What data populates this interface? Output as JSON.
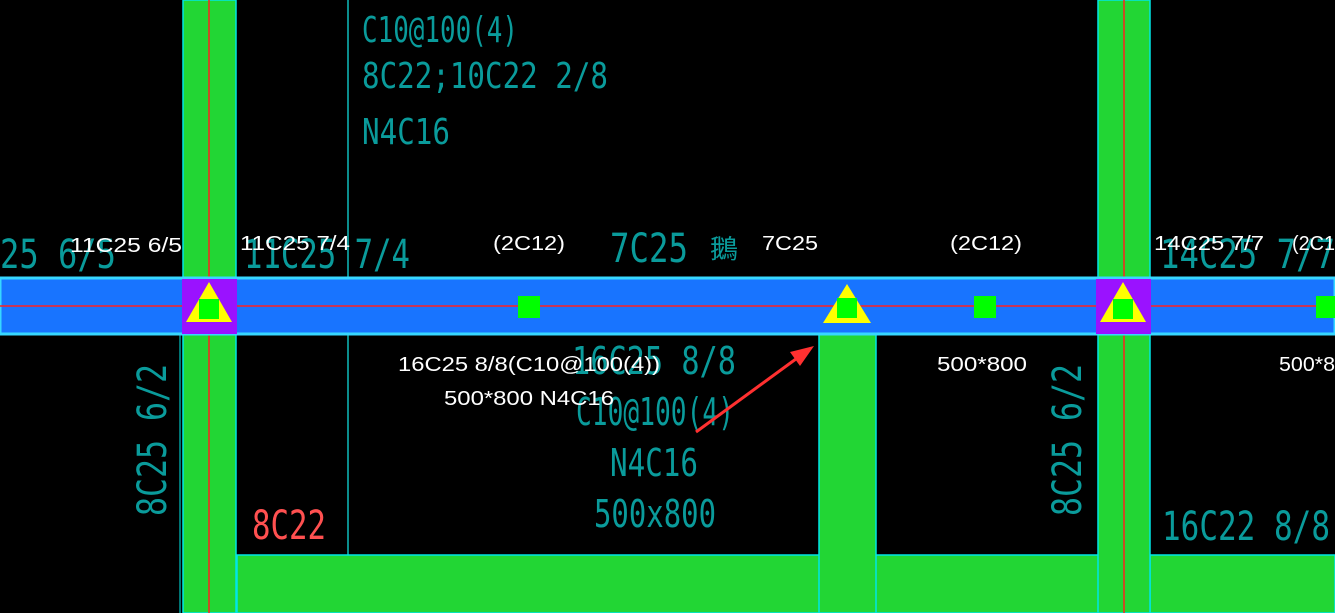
{
  "colors": {
    "background": "#000000",
    "column_fill": "#22d634",
    "column_edge": "#00e6e6",
    "beam_fill": "#1874ff",
    "beam_edge": "#37d7ff",
    "axis_line": "#ff2020",
    "support_purple": "#9a12ff",
    "support_yellow": "#ffff00",
    "node_green": "#00ff00",
    "cad_text": "#0a9b9b",
    "cad_text_red": "#ff5050",
    "label_text": "#ffffff",
    "arrow": "#ff3030"
  },
  "cad_text": {
    "top_stirrup": "C10@100(4)",
    "top_long": "8C22;10C22 2/8",
    "top_waist": "N4C16",
    "left_top_partial": "25 6/5",
    "mid_top": "11C25 7/4",
    "center_top": "7C25",
    "right_top_partial": "14C25 7/7",
    "center_marks": "鵝",
    "bottom_bars": "16C25 8/8",
    "bottom_stirrup": "C10@100(4)",
    "bottom_waist": "N4C16",
    "bottom_section": "500x800",
    "left_col_vertical": "8C25 6/2",
    "right_col_vertical": "8C25 6/2",
    "left_red": "8C22",
    "right_bottom": "16C22 8/8"
  },
  "labels": {
    "left_support_top": "11C25 6/5",
    "mid_support_top": "11C25 7/4",
    "span1_top": "(2C12)",
    "center_support_top": "7C25",
    "span2_top": "(2C12)",
    "right_support_top": "14C25 7/7",
    "right_edge_top": "(2C1",
    "span1_bottom_line1": "16C25 8/8(C10@100(4))",
    "span1_bottom_line2": "500*800 N4C16",
    "span2_bottom": "500*800",
    "right_bottom": "500*8"
  }
}
